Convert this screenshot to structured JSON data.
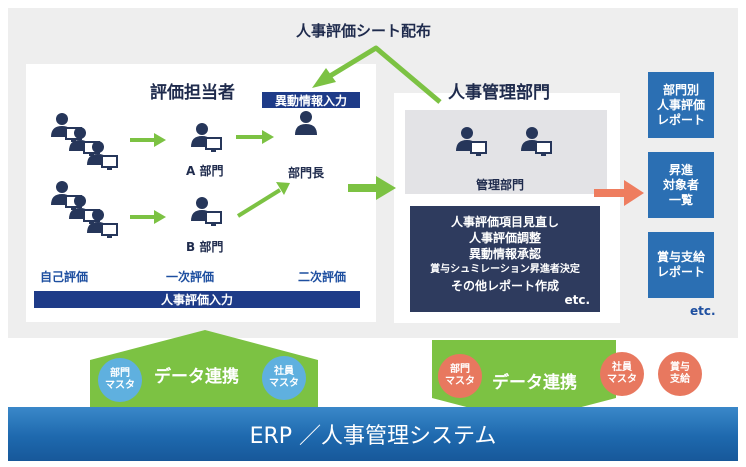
{
  "top_label": "人事評価シート配布",
  "left_panel": {
    "title": "評価担当者",
    "idou_input": "異動情報入力",
    "dept_a": "A 部門",
    "dept_b": "B 部門",
    "bucho": "部門長",
    "stage_self": "自己評価",
    "stage_first": "一次評価",
    "stage_second": "二次評価",
    "hr_input": "人事評価入力"
  },
  "mid_panel": {
    "title": "人事管理部門",
    "mgmt_dept": "管理部門",
    "tasks": [
      "人事評価項目見直し",
      "人事評価調整",
      "異動情報承認",
      "賞与シュミレーション昇進者決定",
      "その他レポート作成"
    ],
    "tasks_etc": "etc."
  },
  "reports": [
    {
      "lines": [
        "部門別",
        "人事評価",
        "レポート"
      ]
    },
    {
      "lines": [
        "昇進",
        "対象者",
        "一覧"
      ]
    },
    {
      "lines": [
        "賞与支給",
        "レポート"
      ]
    }
  ],
  "reports_etc": "etc.",
  "left_link": {
    "label": "データ連携",
    "circles": [
      {
        "lines": [
          "部門",
          "マスタ"
        ]
      },
      {
        "lines": [
          "社員",
          "マスタ"
        ]
      }
    ]
  },
  "right_link": {
    "label": "データ連携",
    "circles": [
      {
        "lines": [
          "部門",
          "マスタ"
        ]
      },
      {
        "lines": [
          "社員",
          "マスタ"
        ]
      },
      {
        "lines": [
          "賞与",
          "支給"
        ]
      }
    ]
  },
  "erp": "ERP ／人事管理システム",
  "colors": {
    "navy": "#1e3b88",
    "green_arrow": "#7cc243",
    "orange_arrow": "#ee7d5f",
    "report_blue": "#2b6fb3",
    "circle_blue": "#5fb0df",
    "circle_red": "#e8785f",
    "person": "#26365a"
  }
}
